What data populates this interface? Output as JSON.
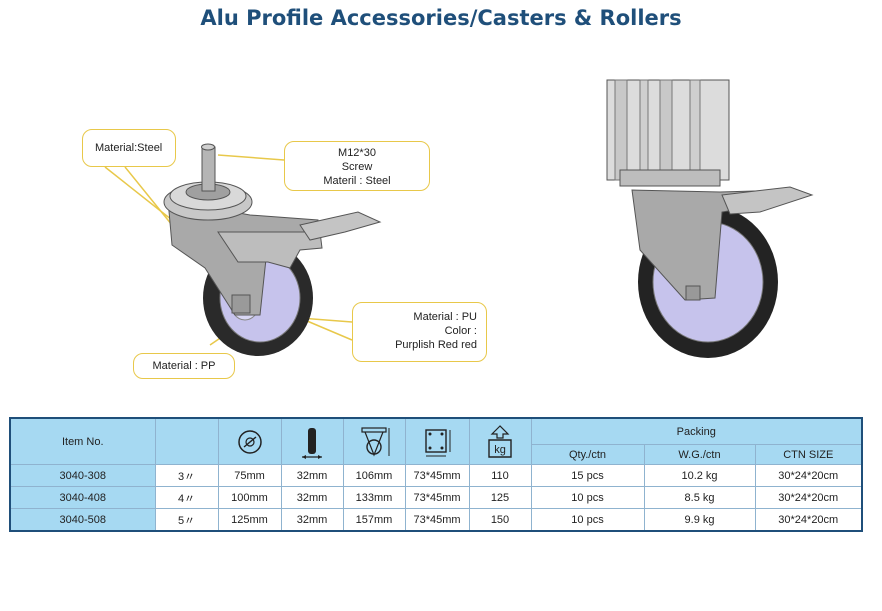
{
  "title": "Alu Profile Accessories/Casters & Rollers",
  "callouts": {
    "steel": {
      "line1": "Material:Steel"
    },
    "screw": {
      "line1": "M12*30",
      "line2": "Screw",
      "line3": "Materil : Steel"
    },
    "pu": {
      "line1": "Material : PU",
      "line2": "Color :",
      "line3": "Purplish Red    red"
    },
    "pp": {
      "line1": "Material : PP"
    }
  },
  "table": {
    "item_header": "Item No.",
    "packing_header": "Packing",
    "qty_header": "Qty./ctn",
    "wg_header": "W.G./ctn",
    "ctn_header": "CTN SIZE",
    "icons": [
      "wheel-diameter-icon",
      "wheel-width-icon",
      "total-height-icon",
      "plate-size-icon",
      "load-capacity-icon"
    ],
    "load_unit": "kg",
    "rows": [
      {
        "item": "3040-308",
        "size": "3〃",
        "diameter": "75mm",
        "width": "32mm",
        "height": "106mm",
        "plate": "73*45mm",
        "load": "110",
        "qty": "15 pcs",
        "wg": "10.2 kg",
        "ctn": "30*24*20cm"
      },
      {
        "item": "3040-408",
        "size": "4〃",
        "diameter": "100mm",
        "width": "32mm",
        "height": "133mm",
        "plate": "73*45mm",
        "load": "125",
        "qty": "10 pcs",
        "wg": "8.5 kg",
        "ctn": "30*24*20cm"
      },
      {
        "item": "3040-508",
        "size": "5〃",
        "diameter": "125mm",
        "width": "32mm",
        "height": "157mm",
        "plate": "73*45mm",
        "load": "150",
        "qty": "10 pcs",
        "wg": "9.9 kg",
        "ctn": "30*24*20cm"
      }
    ]
  },
  "colors": {
    "title": "#1f4f7a",
    "header_bg": "#a6d9f2",
    "callout_border": "#e8c84a",
    "wheel_hub": "#b9b6e6"
  }
}
